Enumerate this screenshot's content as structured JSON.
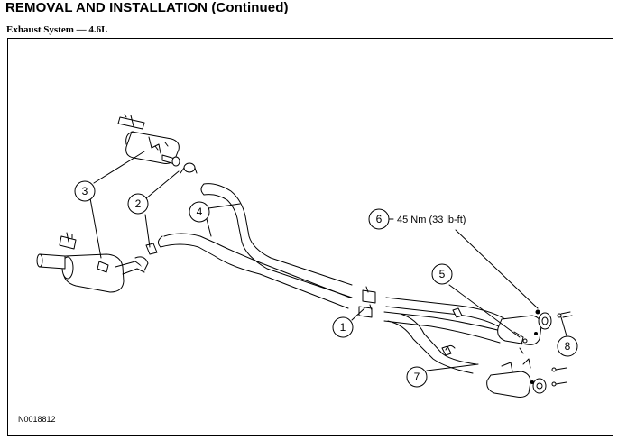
{
  "header": {
    "title": "REMOVAL AND INSTALLATION (Continued)",
    "subtitle": "Exhaust System — 4.6L"
  },
  "figure": {
    "id": "N0018812",
    "callouts": [
      {
        "number": "1"
      },
      {
        "number": "2"
      },
      {
        "number": "3"
      },
      {
        "number": "4"
      },
      {
        "number": "5"
      },
      {
        "number": "6",
        "note": "45 Nm (33 lb-ft)"
      },
      {
        "number": "7"
      },
      {
        "number": "8"
      }
    ]
  },
  "colors": {
    "line": "#000000",
    "background": "#ffffff"
  }
}
